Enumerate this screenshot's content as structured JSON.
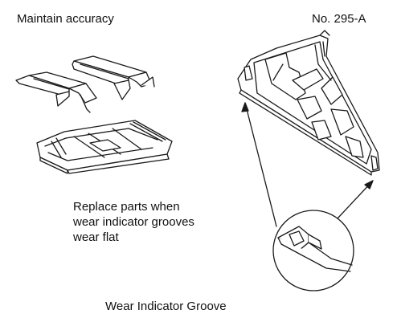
{
  "header": {
    "title": "Maintain accuracy",
    "part_number": "No. 295-A"
  },
  "note": {
    "lines": [
      "Replace parts when",
      "wear indicator grooves",
      "wear flat"
    ]
  },
  "caption": "Wear  Indicator Groove",
  "colors": {
    "ink": "#1a1a1a",
    "background": "#ffffff"
  }
}
